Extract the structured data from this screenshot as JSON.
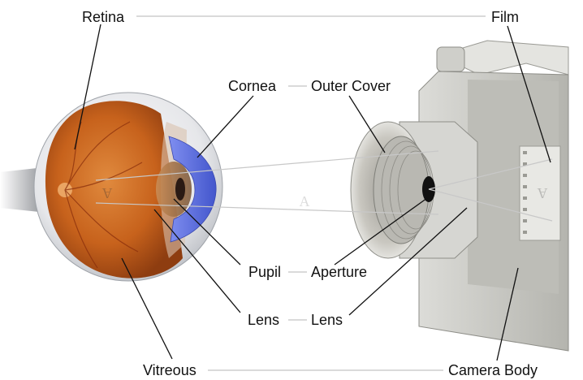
{
  "labels": {
    "retina": "Retina",
    "film": "Film",
    "cornea": "Cornea",
    "outer_cover": "Outer Cover",
    "pupil": "Pupil",
    "aperture": "Aperture",
    "lens_eye": "Lens",
    "lens_camera": "Lens",
    "vitreous": "Vitreous",
    "camera_body": "Camera Body"
  },
  "projected_letter": "A",
  "colors": {
    "eyeball_white": "#e9eaec",
    "retina_orange": "#c8651e",
    "cornea_blue": "#5a6fd8",
    "camera_gray": "#cfcfcb",
    "leader_lines": "#111111",
    "connector_lines": "#c8c8c8"
  }
}
